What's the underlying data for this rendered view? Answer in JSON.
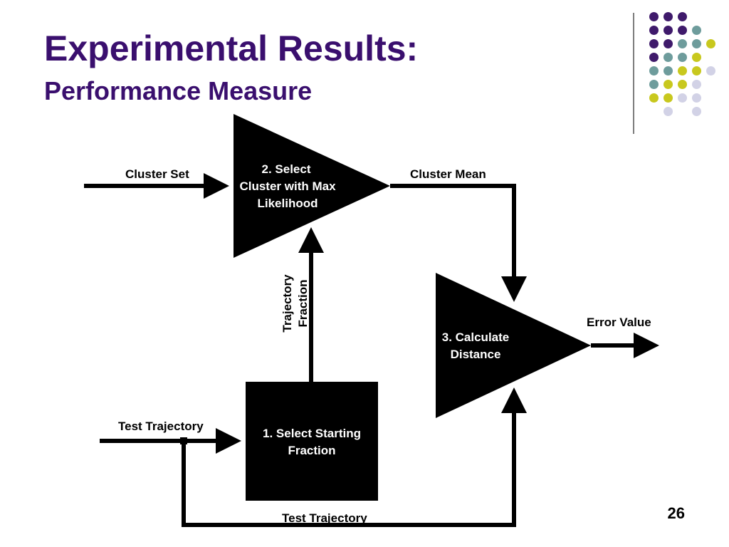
{
  "slide": {
    "title": "Experimental Results:",
    "subtitle": "Performance Measure",
    "page_number": "26"
  },
  "colors": {
    "title": "#3a0f6e",
    "dot_purple": "#3f1a6b",
    "dot_teal": "#6e9c9c",
    "dot_yellow": "#c8c81e",
    "dot_lavender": "#d2d2e6",
    "diagram": "#000000"
  },
  "diagram": {
    "labels": {
      "cluster_set": "Cluster Set",
      "cluster_mean": "Cluster Mean",
      "error_value": "Error Value",
      "test_trajectory_in": "Test Trajectory",
      "test_trajectory_bottom": "Test Trajectory",
      "trajectory_fraction_1": "Trajectory",
      "trajectory_fraction_2": "Fraction"
    },
    "nodes": {
      "select_cluster": [
        "2. Select",
        "Cluster with Max",
        "Likelihood"
      ],
      "calculate_distance": [
        "3. Calculate",
        "Distance"
      ],
      "select_fraction": [
        "1. Select Starting",
        "Fraction"
      ]
    }
  }
}
